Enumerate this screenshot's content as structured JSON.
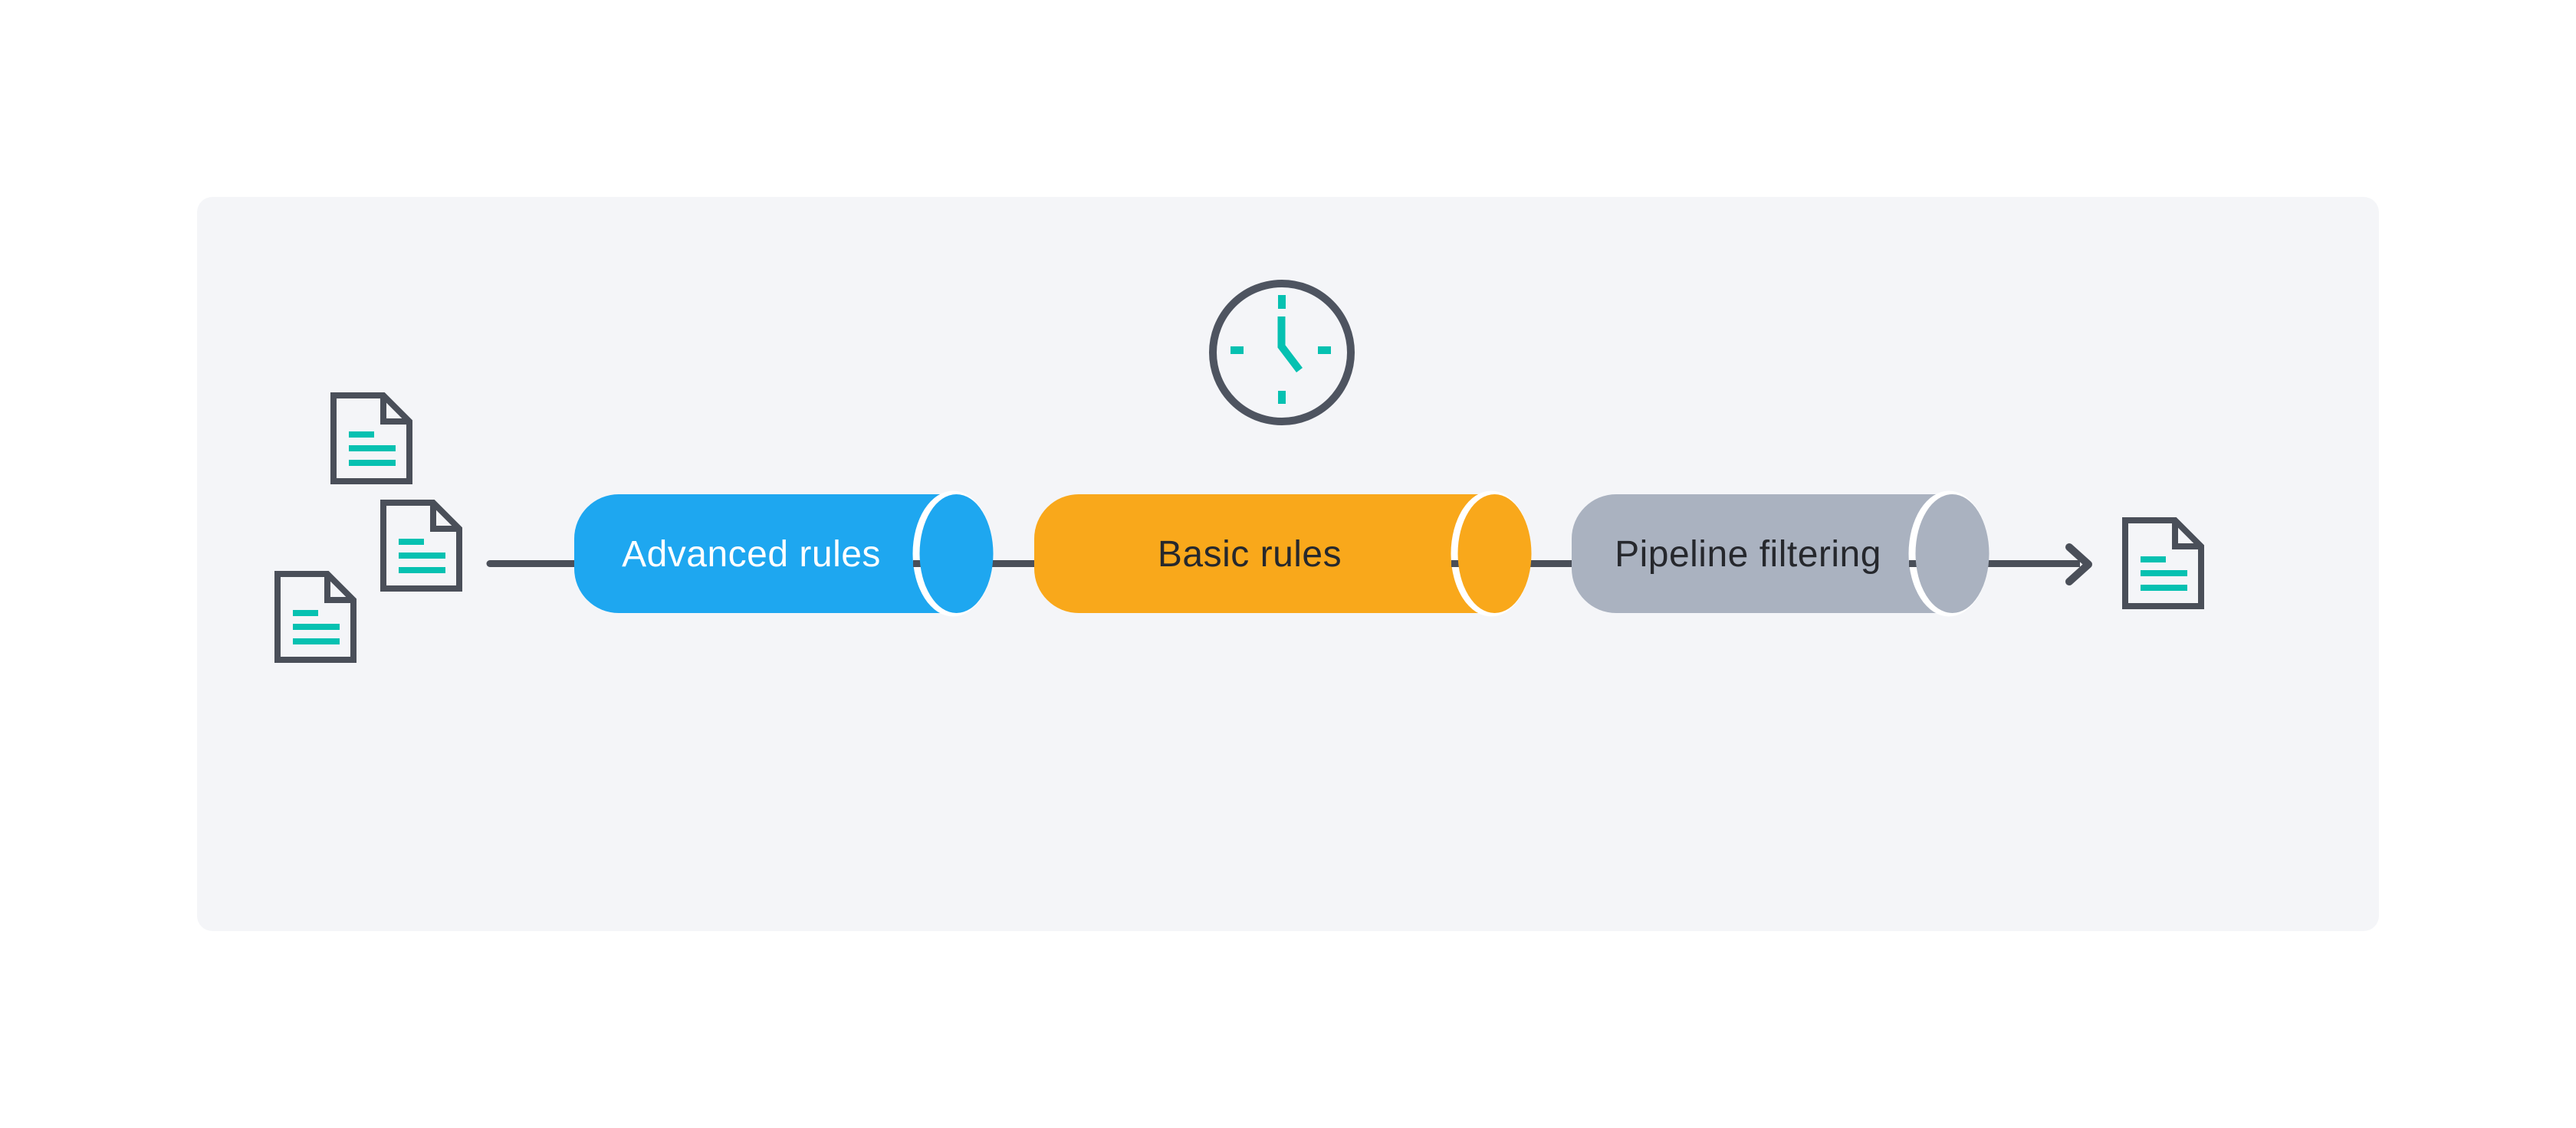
{
  "diagram": {
    "kind": "log-filtering-pipeline",
    "flow_direction": "left-to-right"
  },
  "colors": {
    "page_bg": "#FFFFFF",
    "panel_bg": "#F4F5F8",
    "outline_slate": "#4A4F59",
    "clock_ring_slate": "#4E5460",
    "accent_teal": "#06C1B1",
    "white": "#FFFFFF"
  },
  "inputs": {
    "icon": "document-icon",
    "count": 3
  },
  "output": {
    "icon": "document-icon",
    "count": 1
  },
  "clock": {
    "icon": "clock-icon"
  },
  "arrow": {
    "icon": "arrow-right-icon"
  },
  "stages": [
    {
      "label": "Advanced rules",
      "color": "#1EA7F0",
      "label_color": "#FFFFFF"
    },
    {
      "label": "Basic rules",
      "color": "#F9A81B",
      "label_color": "#26282D"
    },
    {
      "label": "Pipeline filtering",
      "color": "#AAB2C0",
      "label_color": "#26282D"
    }
  ]
}
